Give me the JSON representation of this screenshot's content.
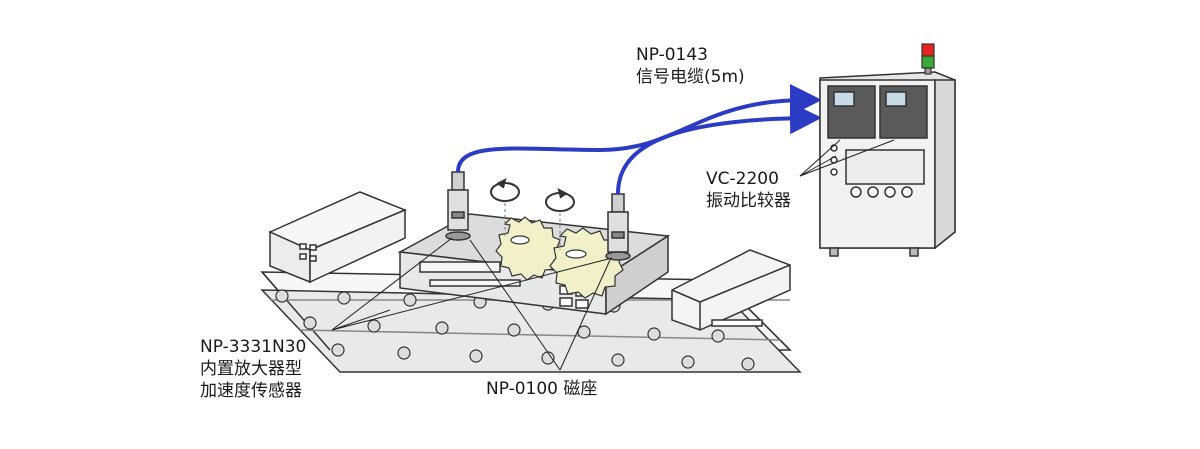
{
  "labels": {
    "cable": {
      "part": "NP-0143",
      "desc": "信号电缆(5m)"
    },
    "comparator": {
      "part": "VC-2200",
      "desc": "振动比较器"
    },
    "sensor": {
      "part": "NP-3331N30",
      "desc_line1": "内置放大器型",
      "desc_line2": "加速度传感器"
    },
    "base": {
      "part_desc": "NP-0100 磁座"
    }
  },
  "colors": {
    "cable": "#2b3bc4",
    "outline": "#333333",
    "gear": "#f2f0c8",
    "cabinet": "#e6e6e6",
    "lamp_red": "#e52421",
    "lamp_green": "#3aa935"
  },
  "icons": [
    "rotation-arrow-icon",
    "signal-arrow-icon",
    "status-lamp-icon"
  ]
}
